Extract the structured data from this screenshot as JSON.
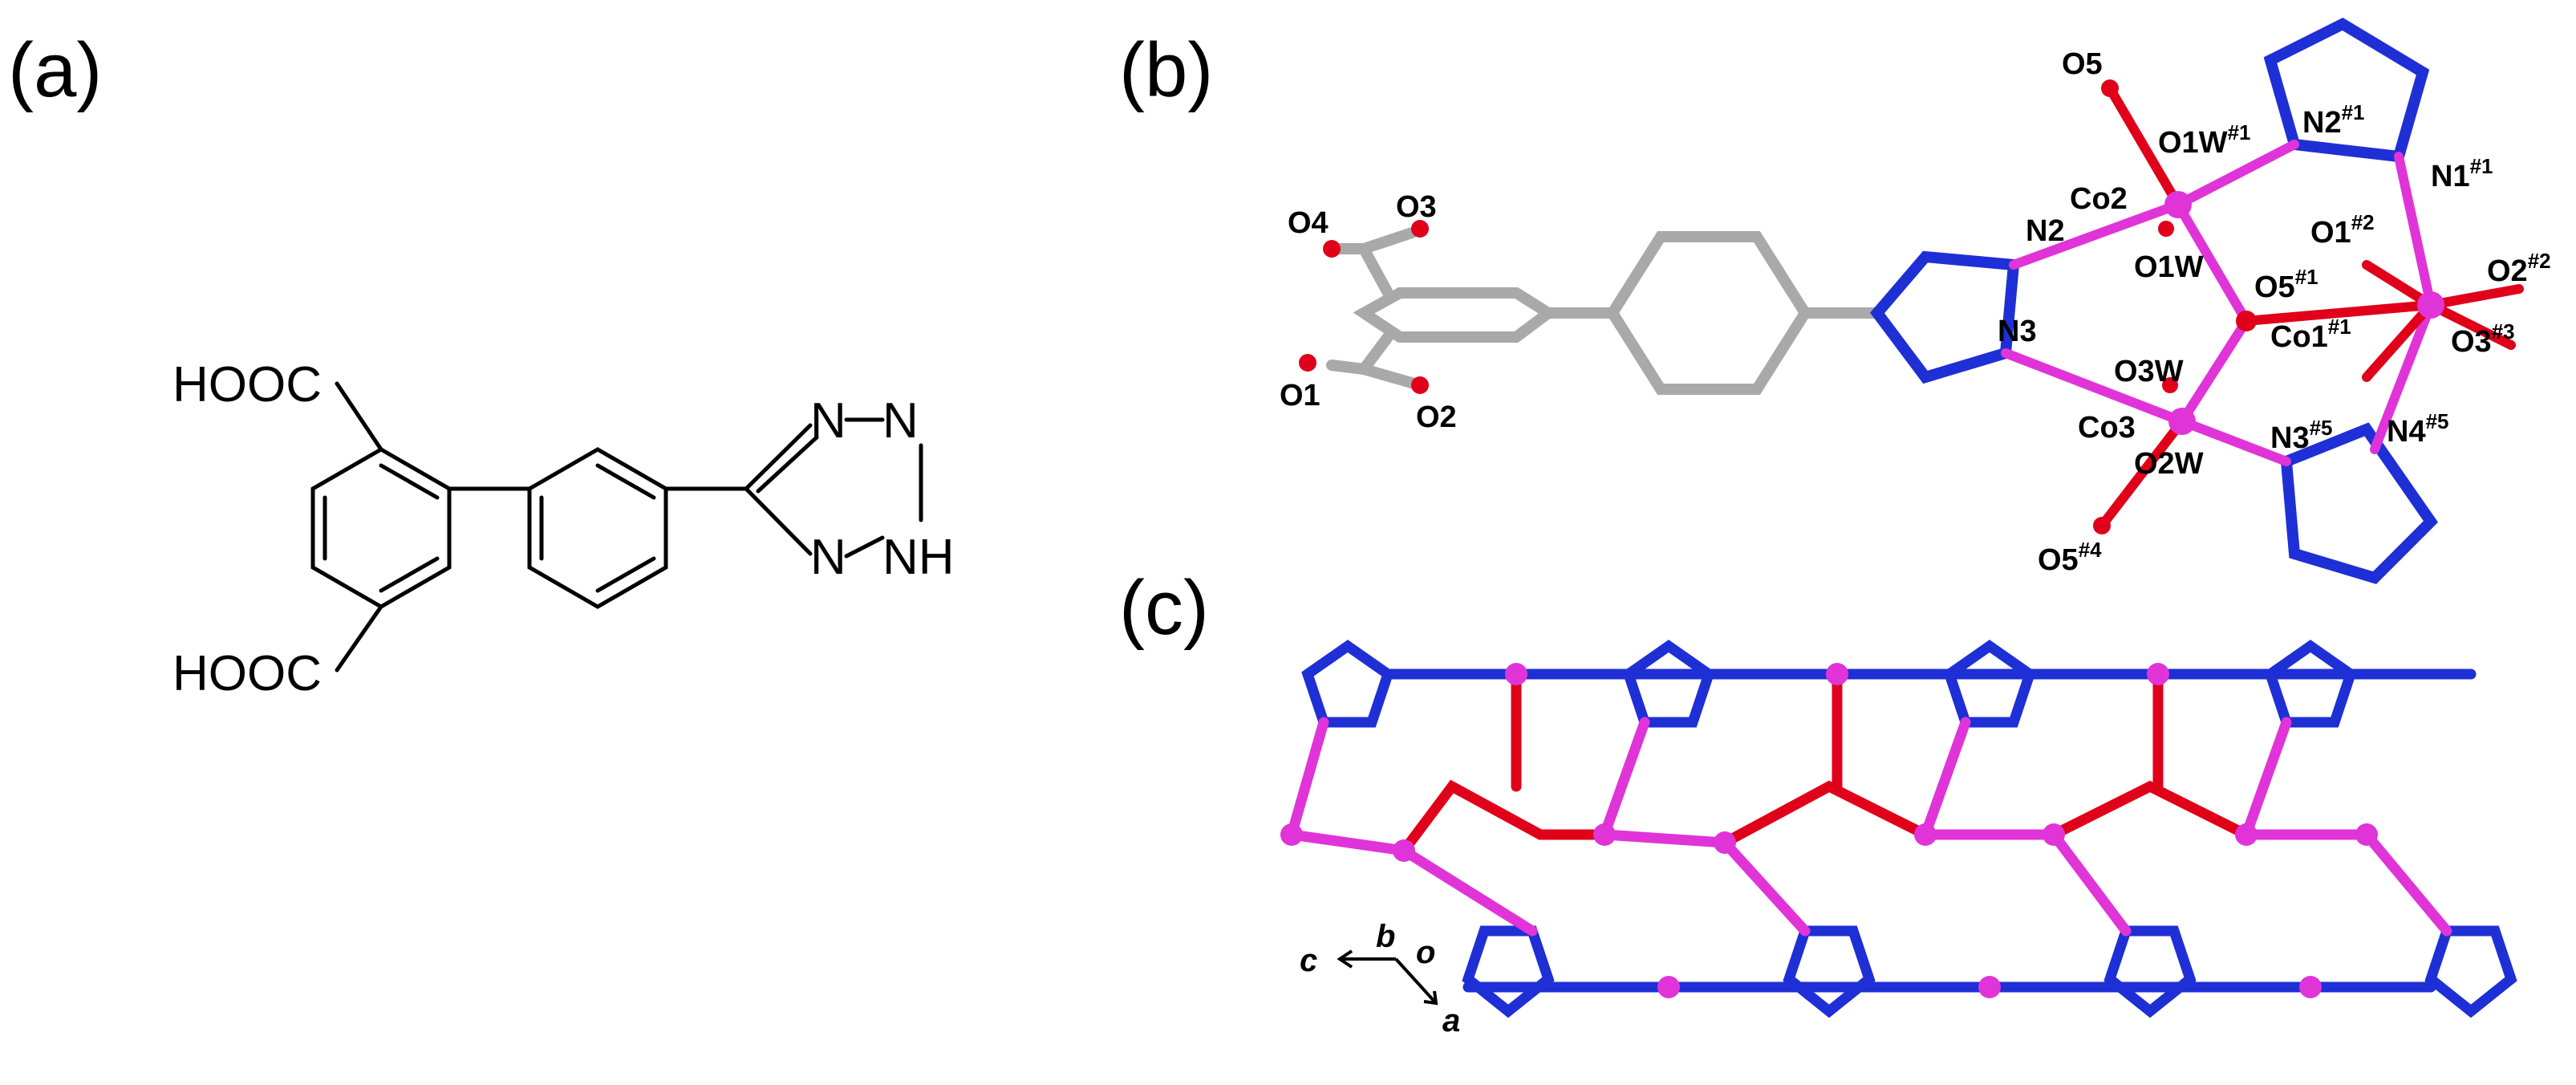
{
  "panels": {
    "a": "(a)",
    "b": "(b)",
    "c": "(c)"
  },
  "molecule_a": {
    "cooh_top": "HOOC",
    "cooh_bottom": "HOOC",
    "tetrazole_n_top": "N",
    "tetrazole_eq": "=",
    "tetrazole_n_right": "N",
    "tetrazole_n_left": "N",
    "tetrazole_nh": "NH"
  },
  "labels_b": {
    "O5": {
      "base": "O5",
      "sup": ""
    },
    "O1W_1": {
      "base": "O1W",
      "sup": "#1"
    },
    "N2_1": {
      "base": "N2",
      "sup": "#1"
    },
    "N1_1": {
      "base": "N1",
      "sup": "#1"
    },
    "Co2": {
      "base": "Co2",
      "sup": ""
    },
    "N2": {
      "base": "N2",
      "sup": ""
    },
    "O1W": {
      "base": "O1W",
      "sup": ""
    },
    "O1_2": {
      "base": "O1",
      "sup": "#2"
    },
    "O5_1": {
      "base": "O5",
      "sup": "#1"
    },
    "O2_2": {
      "base": "O2",
      "sup": "#2"
    },
    "Co1_1": {
      "base": "Co1",
      "sup": "#1"
    },
    "O3_3": {
      "base": "O3",
      "sup": "#3"
    },
    "N3": {
      "base": "N3",
      "sup": ""
    },
    "O3W": {
      "base": "O3W",
      "sup": ""
    },
    "Co3": {
      "base": "Co3",
      "sup": ""
    },
    "N3_5": {
      "base": "N3",
      "sup": "#5"
    },
    "N4_5": {
      "base": "N4",
      "sup": "#5"
    },
    "O2W": {
      "base": "O2W",
      "sup": ""
    },
    "O5_4": {
      "base": "O5",
      "sup": "#4"
    },
    "O4": {
      "base": "O4",
      "sup": ""
    },
    "O3": {
      "base": "O3",
      "sup": ""
    },
    "O1": {
      "base": "O1",
      "sup": ""
    },
    "O2": {
      "base": "O2",
      "sup": ""
    }
  },
  "axes_c": {
    "c": "c",
    "b": "b",
    "o": "o",
    "a": "a"
  },
  "colors": {
    "nitrogen": "#1f2fd6",
    "oxygen": "#e0001a",
    "cobalt": "#e034d8",
    "carbon": "#a9a9a9"
  }
}
